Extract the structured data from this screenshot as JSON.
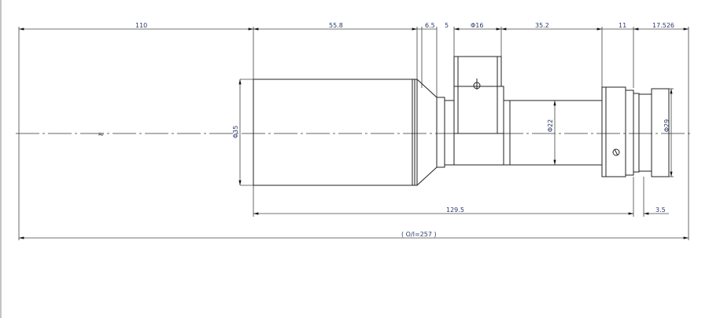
{
  "drawing": {
    "dims_top": {
      "d110": "110",
      "d55_8": "55.8",
      "d6_5": "6.5",
      "d5": "5",
      "phi16": "Φ16",
      "d35_2": "35.2",
      "d11": "11",
      "d17_526": "17.526"
    },
    "dims_bottom": {
      "d129_5": "129.5",
      "d3_5": "3.5",
      "overall": "( O/I=257 )"
    },
    "diameters": {
      "phi35": "Φ35",
      "phi22": "Φ22",
      "phi29": "Φ29"
    }
  }
}
